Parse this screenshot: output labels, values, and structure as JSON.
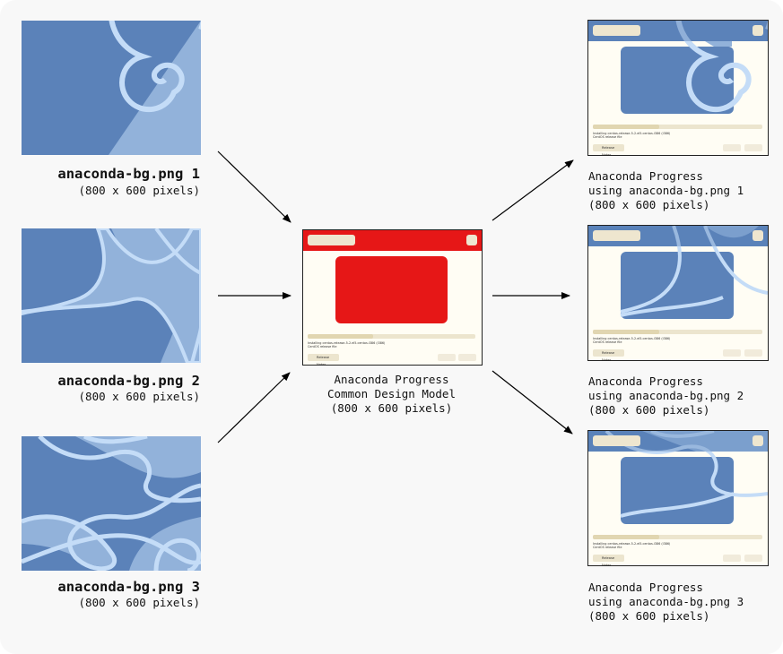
{
  "colors": {
    "blue_dark": "#5b82b9",
    "blue_light": "#92b2da",
    "blue_line": "#c4dcf7",
    "red": "#e61717",
    "cream": "#fffdf4",
    "cream_bar": "#ece5ce"
  },
  "backgrounds": [
    {
      "title": "anaconda-bg.png 1",
      "size": "(800 x 600 pixels)"
    },
    {
      "title": "anaconda-bg.png 2",
      "size": "(800 x 600 pixels)"
    },
    {
      "title": "anaconda-bg.png 3",
      "size": "(800 x 600 pixels)"
    }
  ],
  "center": {
    "line1": "Anaconda Progress",
    "line2": "Common Design Model",
    "line3": "(800 x 600 pixels)",
    "status_line1": "Installing centos-release-5-2.el5.centos.i386 (i386)",
    "status_line2": "CentOS release file",
    "release_notes": "Release Notes"
  },
  "results": [
    {
      "line1": "Anaconda Progress",
      "line2": "using anaconda-bg.png 1",
      "line3": "(800 x 600 pixels)"
    },
    {
      "line1": "Anaconda Progress",
      "line2": "using anaconda-bg.png 2",
      "line3": "(800 x 600 pixels)"
    },
    {
      "line1": "Anaconda Progress",
      "line2": "using anaconda-bg.png 3",
      "line3": "(800 x 600 pixels)"
    }
  ]
}
